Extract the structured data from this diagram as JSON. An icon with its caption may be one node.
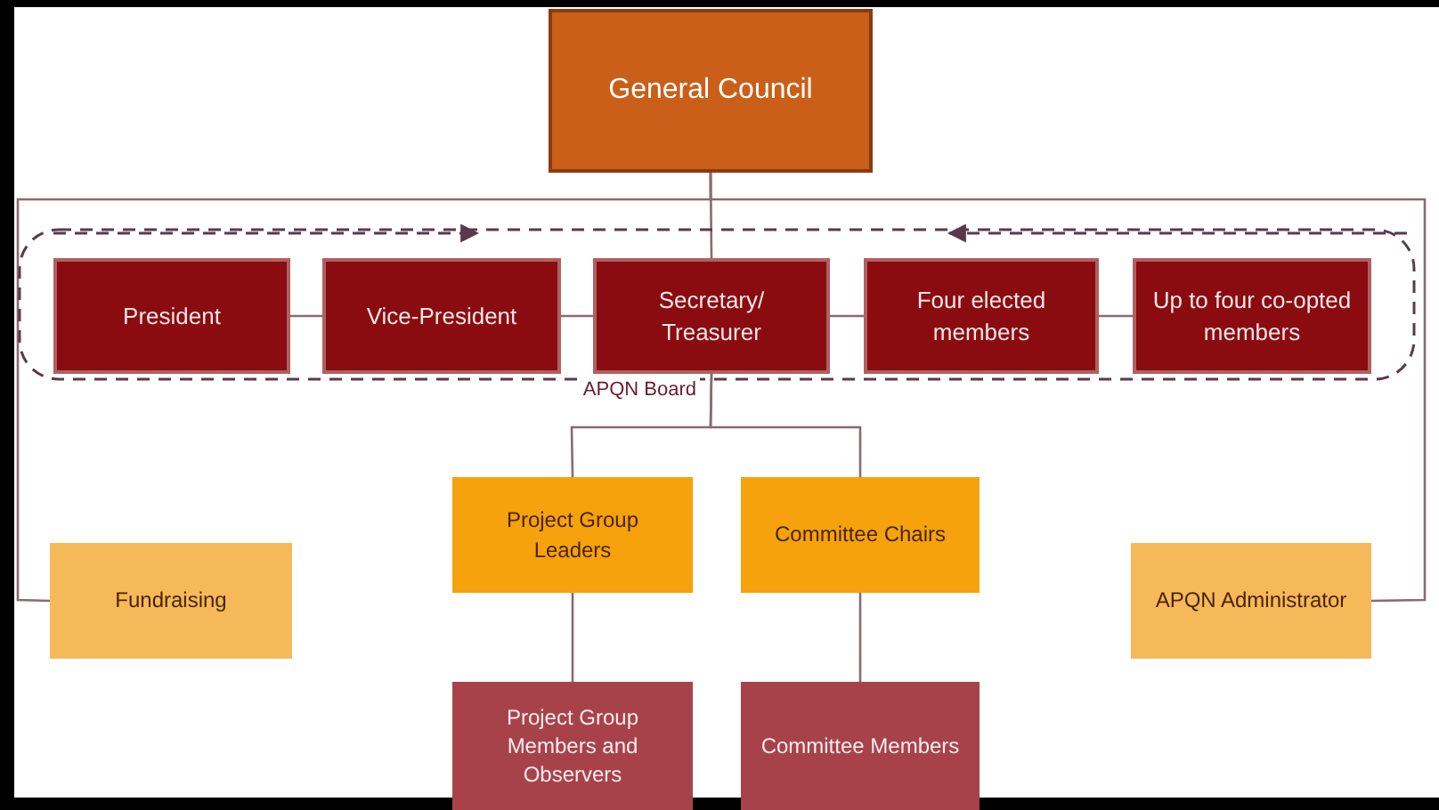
{
  "diagram": {
    "nodes": [
      {
        "text": [
          "General Council"
        ]
      },
      {
        "text": [
          "APQN Board"
        ]
      },
      {
        "text": [
          "President"
        ],
        "in": 1
      },
      {
        "text": [
          "Vice-President"
        ],
        "in": 1
      },
      {
        "text": [
          "Secretary/ Treasurer"
        ],
        "in": 1
      },
      {
        "text": [
          "Four elected members"
        ],
        "in": 1
      },
      {
        "text": [
          "Up to four co-opted members"
        ],
        "in": 1
      },
      {
        "text": [
          "Project Group Leaders"
        ]
      },
      {
        "text": [
          "Committee Chairs"
        ]
      },
      {
        "text": [
          "Fundraising"
        ]
      },
      {
        "text": [
          "APQN Administrator"
        ]
      },
      {
        "text": [
          "Project Group Members and Observers"
        ]
      },
      {
        "text": [
          "Committee Members"
        ]
      }
    ],
    "edges": [
      {
        "from": 0,
        "to": 4,
        "arrow": "none"
      },
      {
        "from": 2,
        "to": 3,
        "arrow": "none"
      },
      {
        "from": 3,
        "to": 4,
        "arrow": "none"
      },
      {
        "from": 4,
        "to": 5,
        "arrow": "none"
      },
      {
        "from": 5,
        "to": 6,
        "arrow": "none"
      },
      {
        "from": 0,
        "to": 9,
        "arrow": "none"
      },
      {
        "from": 0,
        "to": 10,
        "arrow": "none"
      },
      {
        "from": 4,
        "to": 7,
        "arrow": "none"
      },
      {
        "from": 4,
        "to": 8,
        "arrow": "none"
      },
      {
        "from": 7,
        "to": 11,
        "arrow": "none"
      },
      {
        "from": 8,
        "to": 12,
        "arrow": "none"
      }
    ]
  }
}
